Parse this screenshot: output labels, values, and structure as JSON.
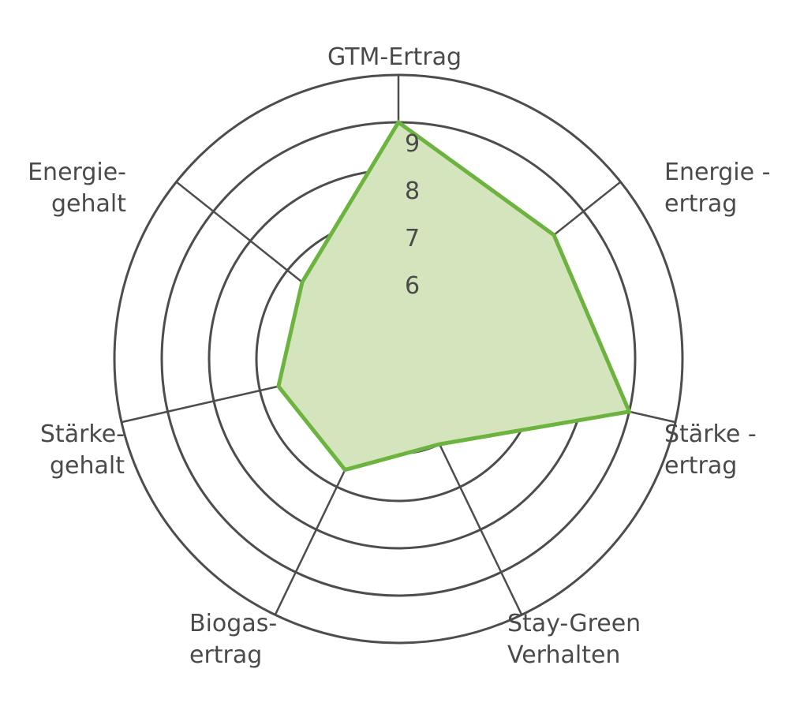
{
  "chart_data": {
    "type": "radar",
    "axes": [
      {
        "label_lines": [
          "GTM-Ertrag"
        ]
      },
      {
        "label_lines": [
          "Energie -",
          "ertrag"
        ]
      },
      {
        "label_lines": [
          "Stärke -",
          "ertrag"
        ]
      },
      {
        "label_lines": [
          "Stay-Green",
          "Verhalten"
        ]
      },
      {
        "label_lines": [
          "Biogas-",
          "ertrag"
        ]
      },
      {
        "label_lines": [
          "Stärke-",
          "gehalt"
        ]
      },
      {
        "label_lines": [
          "Energie-",
          "gehalt"
        ]
      }
    ],
    "rings": [
      5,
      6,
      7,
      8,
      9,
      10
    ],
    "tick_labels": [
      "6",
      "7",
      "8",
      "9"
    ],
    "range": [
      4,
      10
    ],
    "grid": true,
    "series": [
      {
        "values": [
          9,
          8.2,
          9,
          6,
          6.6,
          6.6,
          6.6
        ]
      }
    ],
    "colors": {
      "line": "#6cb33f",
      "fill": "#d4e4bc",
      "grid": "#4d4d4d",
      "text": "#4a4a4a"
    }
  }
}
